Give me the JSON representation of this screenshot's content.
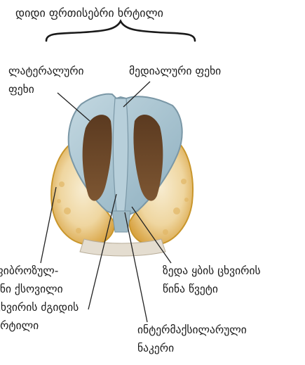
{
  "labels": {
    "title": "დიდი ფრთისებრი ხრტილი",
    "lateral_line1": "ლატერალური",
    "lateral_line2": "ფეხი",
    "medial": "მედიალური ფეხი",
    "fibro_line1": "ფიბროზულ-",
    "fibro_line2": "ანი ქსოვილი",
    "fibro_line3": "ცხვირის ძგიდის",
    "fibro_line4": "ხრტილი",
    "upper_line1": "ზედა ყბის ცხვირის",
    "upper_line2": "წინა წვეტი",
    "inter_line1": "ინტერმაქსილარული",
    "inter_line2": "ნაკერი"
  },
  "colors": {
    "cartilage": "#a9c6d3",
    "cartilage_edge": "#7a97a6",
    "nostril": "#6e4a2c",
    "fat": "#f0ddb0",
    "fat_edge": "#c9962c",
    "leader": "#222222"
  }
}
